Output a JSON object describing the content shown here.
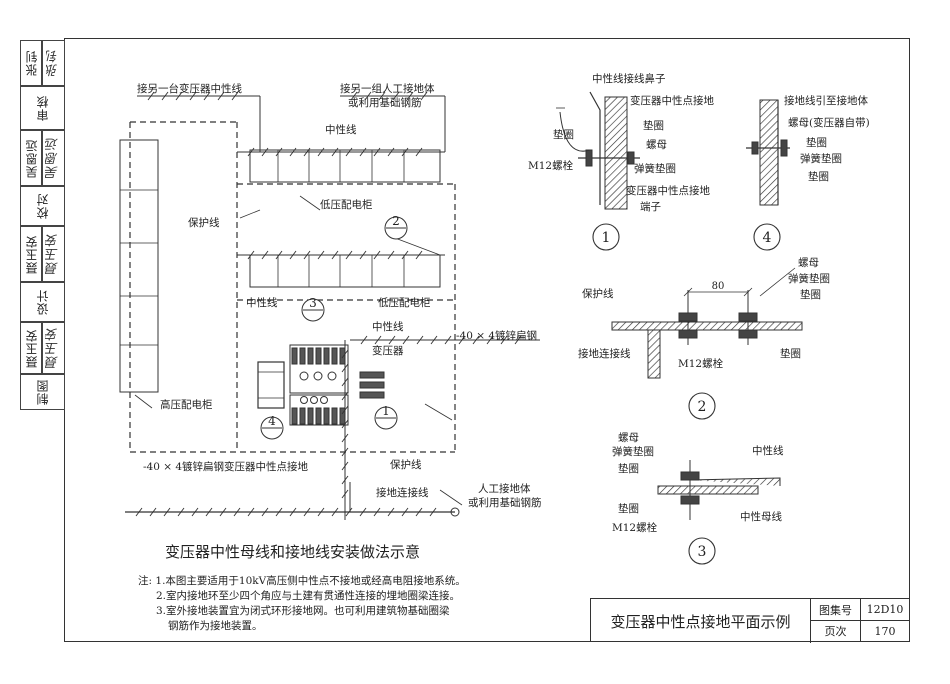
{
  "side_block": {
    "rows": [
      {
        "role": "张钊",
        "sign": "张钊"
      },
      {
        "role": "审核",
        "sign": ""
      },
      {
        "role": "吴恩远",
        "sign": "吴恩远"
      },
      {
        "role": "校对",
        "sign": ""
      },
      {
        "role": "聂玉安",
        "sign": "聂玉安"
      },
      {
        "role": "设计",
        "sign": ""
      },
      {
        "role": "聂玉安",
        "sign": "聂玉安"
      },
      {
        "role": "制图",
        "sign": ""
      }
    ]
  },
  "main_diagram": {
    "title": "变压器中性母线和接地线安装做法示意",
    "labels": {
      "other_transformer": "接另一台变压器中性线",
      "artificial_ground_1": "接另一组人工接地体",
      "artificial_ground_2": "或利用基础钢筋",
      "neutral_line_top": "中性线",
      "low_voltage_cabinet_1": "低压配电柜",
      "protection_line": "保护线",
      "neutral_line_mid": "中性线",
      "low_voltage_cabinet_2": "低压配电柜",
      "neutral_line_right": "中性线",
      "transformer": "变压器",
      "flat_steel_right": "-40 × 4镀锌扁钢",
      "high_voltage_cabinet": "高压配电柜",
      "flat_steel_bottom": "-40 × 4镀锌扁钢变压器中性点接地",
      "protection_line_bottom": "保护线",
      "ground_connection_line": "接地连接线",
      "artificial_ground_3": "人工接地体",
      "artificial_ground_4": "或利用基础钢筋"
    },
    "markers": [
      "2",
      "3",
      "1",
      "4"
    ]
  },
  "detail_1": {
    "marker": "1",
    "labels": [
      "中性线接线鼻子",
      "变压器中性点接地",
      "垫圈",
      "垫圈",
      "螺母",
      "M12螺栓",
      "弹簧垫圈",
      "变压器中性点接地",
      "端子"
    ]
  },
  "detail_4": {
    "marker": "4",
    "labels": [
      "接地线引至接地体",
      "螺母(变压器自带)",
      "垫圈",
      "弹簧垫圈",
      "垫圈"
    ]
  },
  "detail_2": {
    "marker": "2",
    "dimension": "80",
    "labels": [
      "螺母",
      "弹簧垫圈",
      "垫圈",
      "保护线",
      "接地连接线",
      "M12螺栓",
      "垫圈"
    ]
  },
  "detail_3": {
    "marker": "3",
    "labels": [
      "螺母",
      "弹簧垫圈",
      "垫圈",
      "中性线",
      "垫圈",
      "M12螺栓",
      "中性母线"
    ]
  },
  "notes": {
    "prefix": "注:",
    "items": [
      "1.本图主要适用于10kV高压侧中性点不接地或经高电阻接地系统。",
      "2.室内接地环至少四个角应与土建有贯通性连接的埋地圈梁连接。",
      "3.室外接地装置宜为闭式环形接地网。也可利用建筑物基础圈梁",
      "钢筋作为接地装置。"
    ]
  },
  "title_block": {
    "title": "变压器中性点接地平面示例",
    "atlas_label": "图集号",
    "atlas_value": "12D10",
    "page_label": "页次",
    "page_value": "170"
  }
}
